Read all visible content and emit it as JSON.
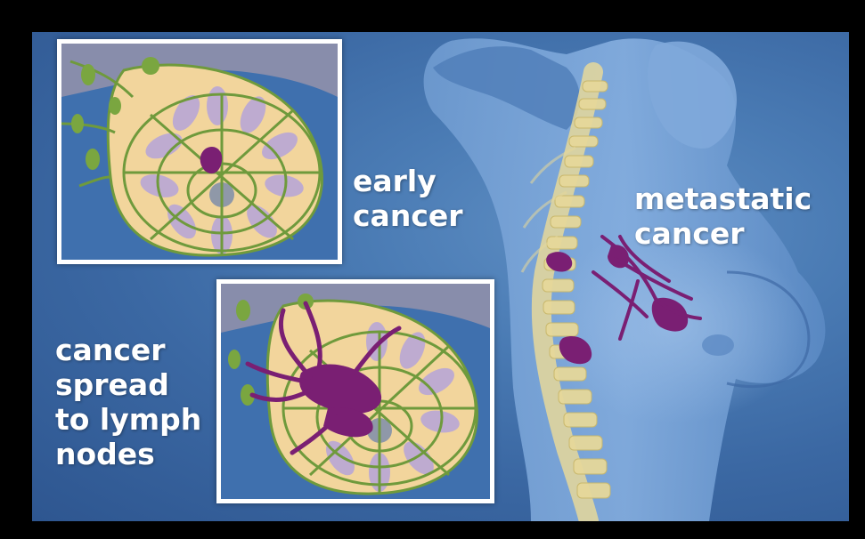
{
  "colors": {
    "background_blue": "#3b68a3",
    "border_black": "#000000",
    "inset_border": "#ffffff",
    "lymph_green": "#6f9a3c",
    "tumor_purple": "#7a1f73",
    "spine_yellow": "#e6d89a",
    "label_text": "#ffffff"
  },
  "labels": {
    "early": [
      "early",
      "cancer"
    ],
    "metastatic": [
      "metastatic",
      "cancer"
    ],
    "spread": [
      "cancer",
      "spread",
      "to lymph",
      "nodes"
    ]
  },
  "icons": {
    "early_inset": "breast-cross-section-early-tumor",
    "spread_inset": "breast-cross-section-lymph-spread",
    "figure": "female-torso-silhouette",
    "spine": "spine-vertebrae"
  }
}
